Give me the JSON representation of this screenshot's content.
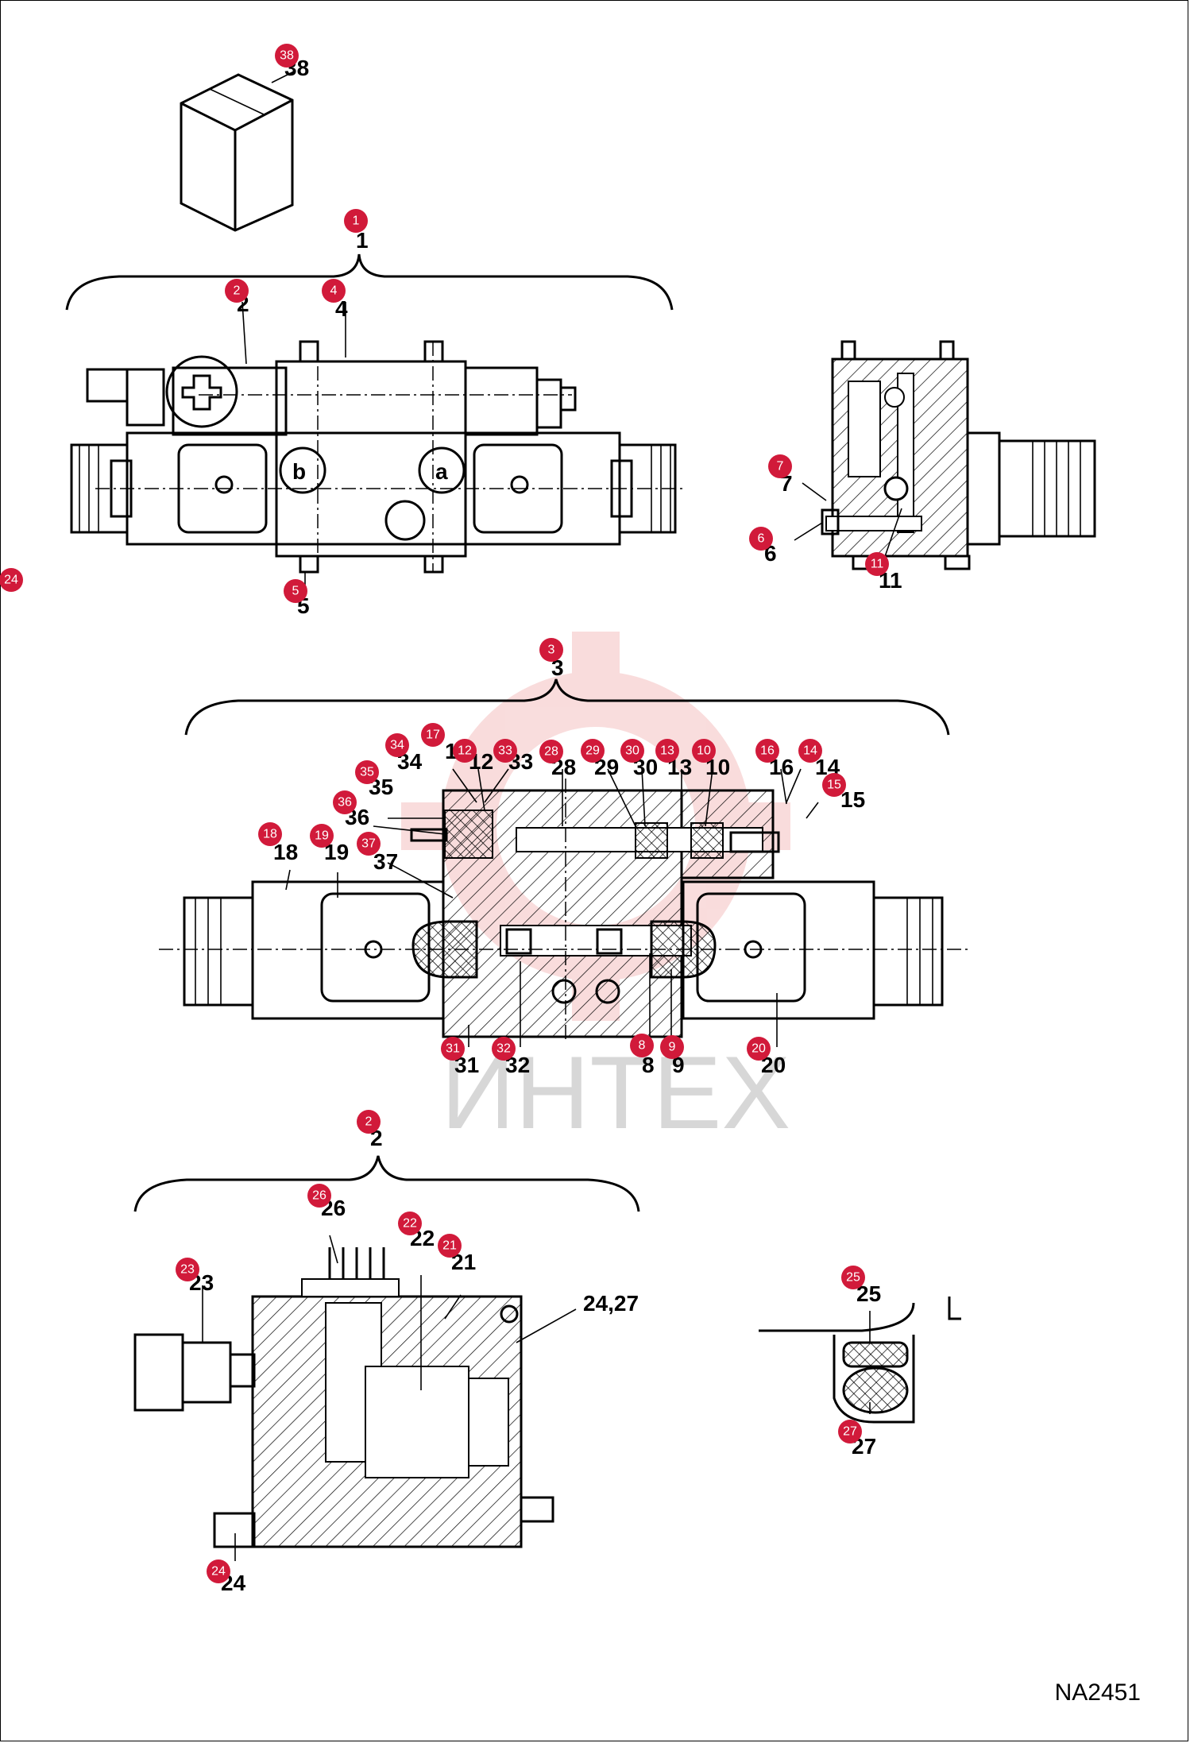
{
  "watermark": {
    "text": "ИНТЕХ",
    "accent": "#f2b3b3"
  },
  "drawing_code": "NA2451",
  "badge_color": "#d11a3a",
  "labels": [
    "38",
    "1",
    "2",
    "4",
    "5",
    "7",
    "6",
    "11",
    "3",
    "34",
    "17",
    "12",
    "33",
    "28",
    "29",
    "30",
    "13",
    "10",
    "16",
    "14",
    "15",
    "35",
    "36",
    "18",
    "19",
    "37",
    "31",
    "32",
    "8",
    "9",
    "20",
    "2",
    "26",
    "22",
    "21",
    "23",
    "24,27",
    "24",
    "25",
    "27"
  ],
  "badges": [
    "38",
    "1",
    "2",
    "4",
    "5",
    "7",
    "6",
    "11",
    "24",
    "3",
    "34",
    "17",
    "12",
    "33",
    "28",
    "29",
    "30",
    "13",
    "10",
    "16",
    "14",
    "15",
    "35",
    "36",
    "18",
    "19",
    "37",
    "31",
    "32",
    "8",
    "9",
    "20",
    "2",
    "26",
    "22",
    "21",
    "23",
    "24",
    "25",
    "27"
  ]
}
